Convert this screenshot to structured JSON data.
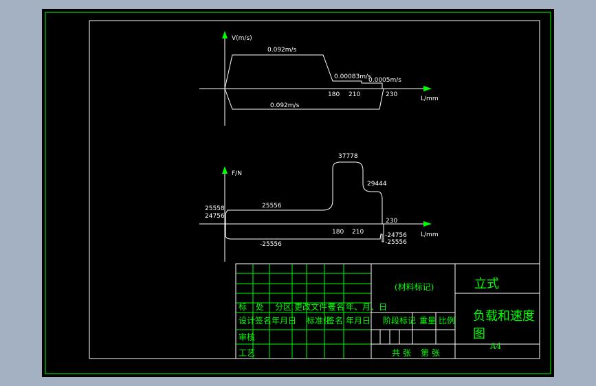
{
  "velocity_diagram": {
    "y_axis_label": "V(m/s)",
    "x_axis_label": "L/mm",
    "labels": {
      "fast_forward": "0.092m/s",
      "work_feed_1": "0.00083m/s",
      "work_feed_2": "0.0005m/s",
      "fast_return": "0.092m/s",
      "x180": "180",
      "x210": "210",
      "x230": "230"
    }
  },
  "force_diagram": {
    "y_axis_label": "F/N",
    "x_axis_label": "L/mm",
    "labels": {
      "peak": "37778",
      "second": "29444",
      "f25558": "25558",
      "f24756": "24756",
      "f25556": "25556",
      "x180": "180",
      "x210": "210",
      "x230": "230",
      "neg_24756": "-24756",
      "neg_25556": "-25556",
      "neg_25556_b": "-25556"
    }
  },
  "title_block": {
    "material_mark": "(材料标记)",
    "title_line1": "立式",
    "title_line2": "负载和速度",
    "title_line3": "图",
    "sheet_size": "A4",
    "header_row": {
      "c1": "标",
      "c2": "处",
      "c3": "分区",
      "c4": "更改文件号",
      "c5": "签名",
      "c6": "年、月、日"
    },
    "row_labels": {
      "design": "设计",
      "sign": "签名",
      "date": "年月日",
      "standard": "标准化",
      "review": "审核",
      "craft": "工艺"
    },
    "stage_mark": "阶段标记",
    "weight": "重量",
    "scale": "比例",
    "total_sheets": "共 张",
    "sheet_no": "第 张"
  }
}
